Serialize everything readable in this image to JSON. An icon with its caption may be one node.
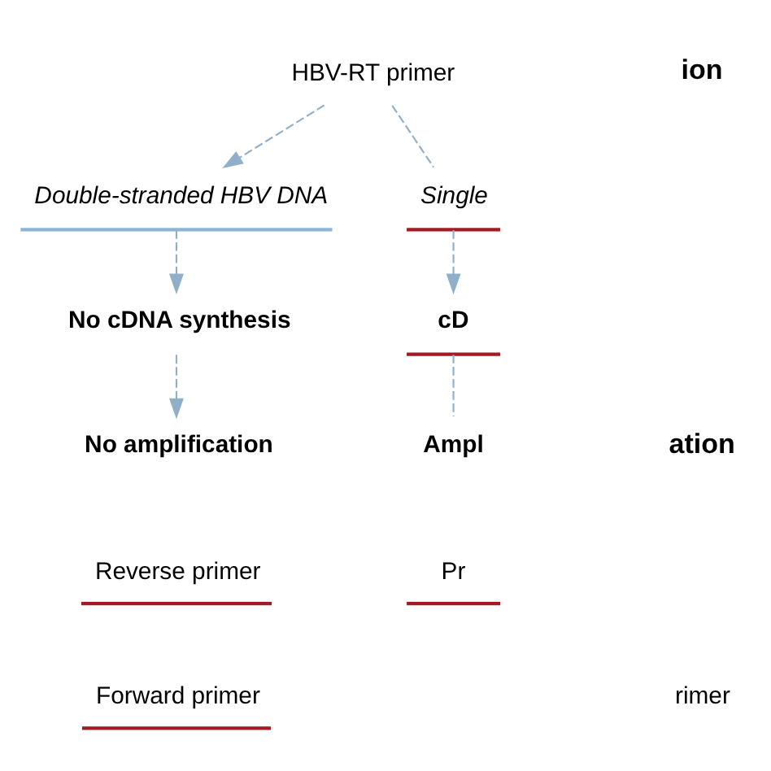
{
  "diagram": {
    "nodes": [
      {
        "text": [
          "HBV-RT primer"
        ]
      },
      {
        "text": [
          "Double-stranded HBV DNA"
        ]
      },
      {
        "text": [
          "Single"
        ]
      },
      {
        "text": [
          "No cDNA synthesis"
        ]
      },
      {
        "text": [
          "cD"
        ]
      },
      {
        "text": [
          "No amplification"
        ]
      },
      {
        "text": [
          "Ampl"
        ]
      },
      {
        "text": [
          "Reverse primer"
        ]
      },
      {
        "text": [
          "Forward primer"
        ]
      },
      {
        "text": [
          "Pr"
        ]
      }
    ],
    "edges": [
      {
        "from": 0,
        "to": 1,
        "arrow": "to",
        "style": "dashed"
      },
      {
        "from": 0,
        "to": 2,
        "arrow": "none",
        "style": "dashed"
      },
      {
        "from": 1,
        "to": 3,
        "arrow": "to",
        "style": "dashed"
      },
      {
        "from": 2,
        "to": 4,
        "arrow": "to",
        "style": "dashed"
      },
      {
        "from": 3,
        "to": 5,
        "arrow": "to",
        "style": "dashed"
      },
      {
        "from": 4,
        "to": 6,
        "arrow": "none",
        "style": "dashed"
      }
    ],
    "labels": [
      "ion",
      "ation",
      "rimer"
    ]
  }
}
